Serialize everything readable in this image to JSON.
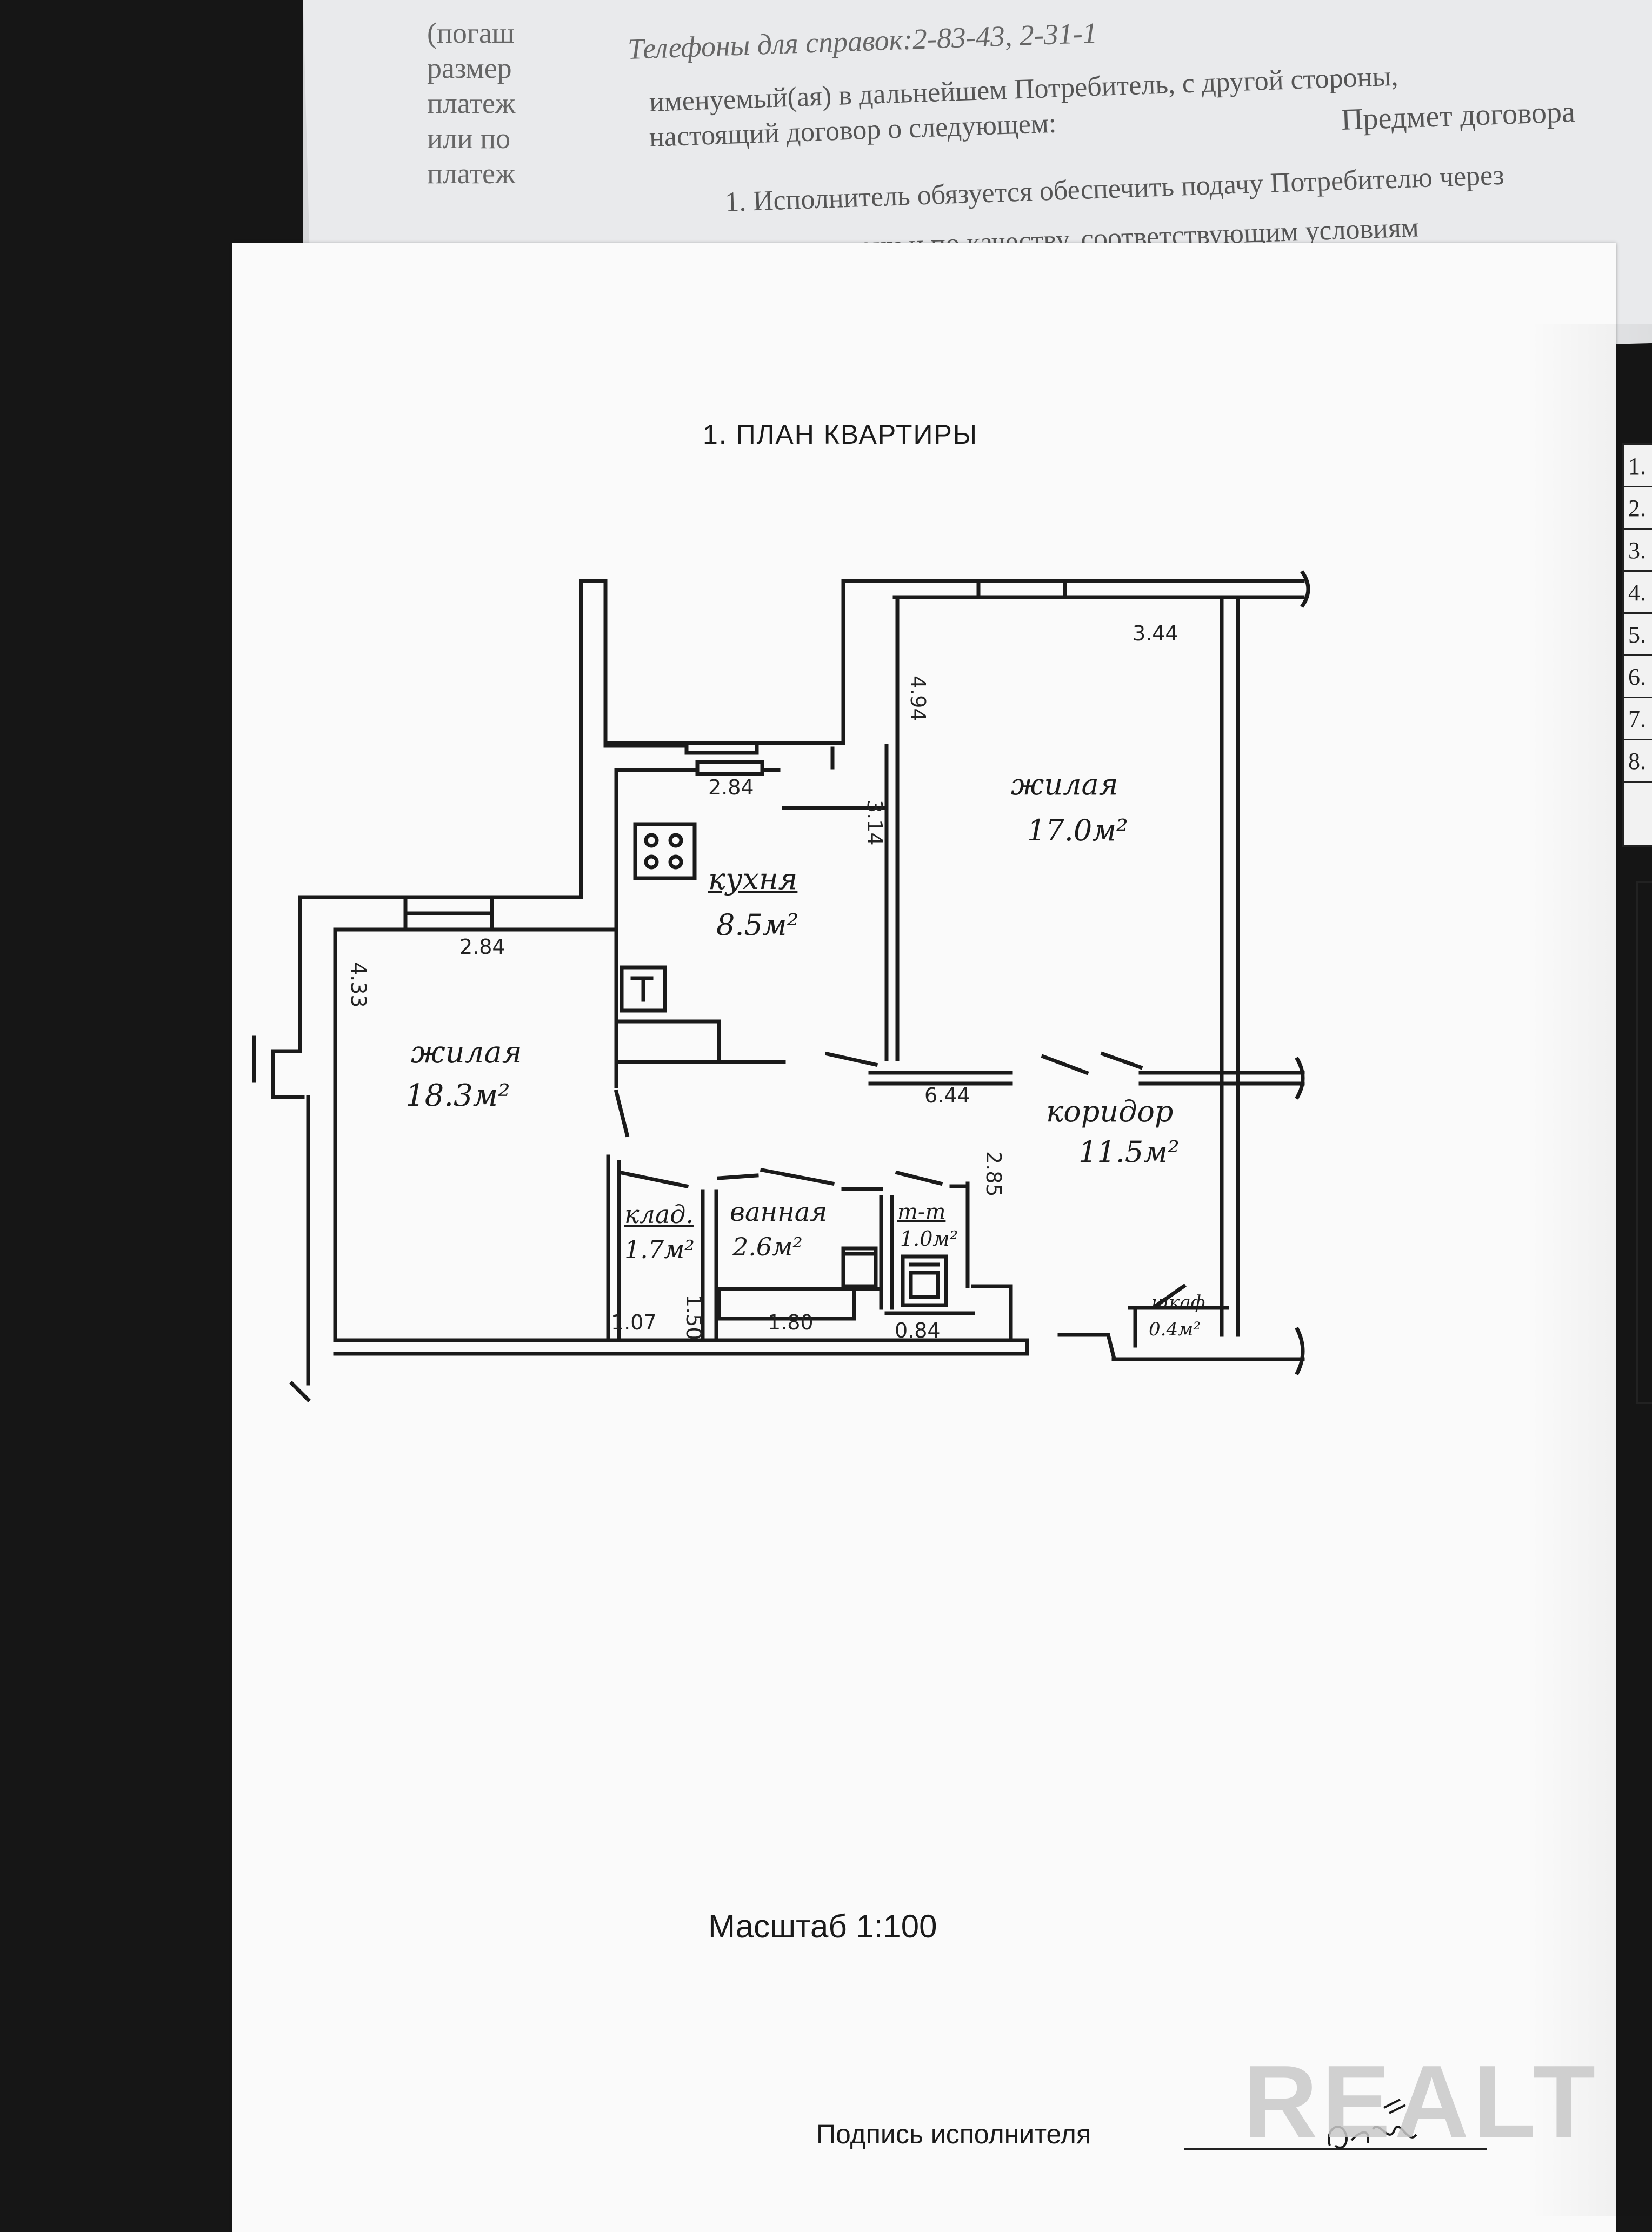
{
  "background_doc": {
    "phones_line": "Телефоны для справок:2-83-43, 2-31-1",
    "left_column": [
      "(погаш",
      "размер",
      "платеж",
      "или по",
      "платеж"
    ],
    "line1": "именуемый(ая) в дальнейшем Потребитель, с другой стороны,",
    "line2": "настоящий договор о следующем:",
    "subject": "Предмет договора",
    "line3": "1. Исполнитель обязуется обеспечить подачу Потребителю через",
    "line4": "в количестве, сроки и по качеству, соответствующим условиям"
  },
  "right_table_rows": [
    "1.",
    "2.",
    "3.",
    "4.",
    "5.",
    "6.",
    "7.",
    "8."
  ],
  "plan": {
    "title": "1. ПЛАН КВАРТИРЫ",
    "rooms": [
      {
        "name": "жилая",
        "area": "17.0м²"
      },
      {
        "name": "кухня",
        "area": "8.5м²"
      },
      {
        "name": "жилая",
        "area": "18.3м²"
      },
      {
        "name": "коридор",
        "area": "11.5м²"
      },
      {
        "name": "клад.",
        "area": "1.7м²"
      },
      {
        "name": "ванная",
        "area": "2.6м²"
      },
      {
        "name": "т-т",
        "area": "1.0м²"
      },
      {
        "name": "шкаф",
        "area": "0.4м²"
      }
    ],
    "dimensions": {
      "d_344": "3.44",
      "d_494": "4.94",
      "d_284_kitchen": "2.84",
      "d_314": "3.14",
      "d_284_living": "2.84",
      "d_433": "4.33",
      "d_644": "6.44",
      "d_285": "2.85",
      "d_107": "1.07",
      "d_150": "1.50",
      "d_180": "1.80",
      "d_084": "0.84"
    }
  },
  "scale_label": "Масштаб 1:100",
  "signature_label": "Подпись исполнителя",
  "watermark": "REALT"
}
